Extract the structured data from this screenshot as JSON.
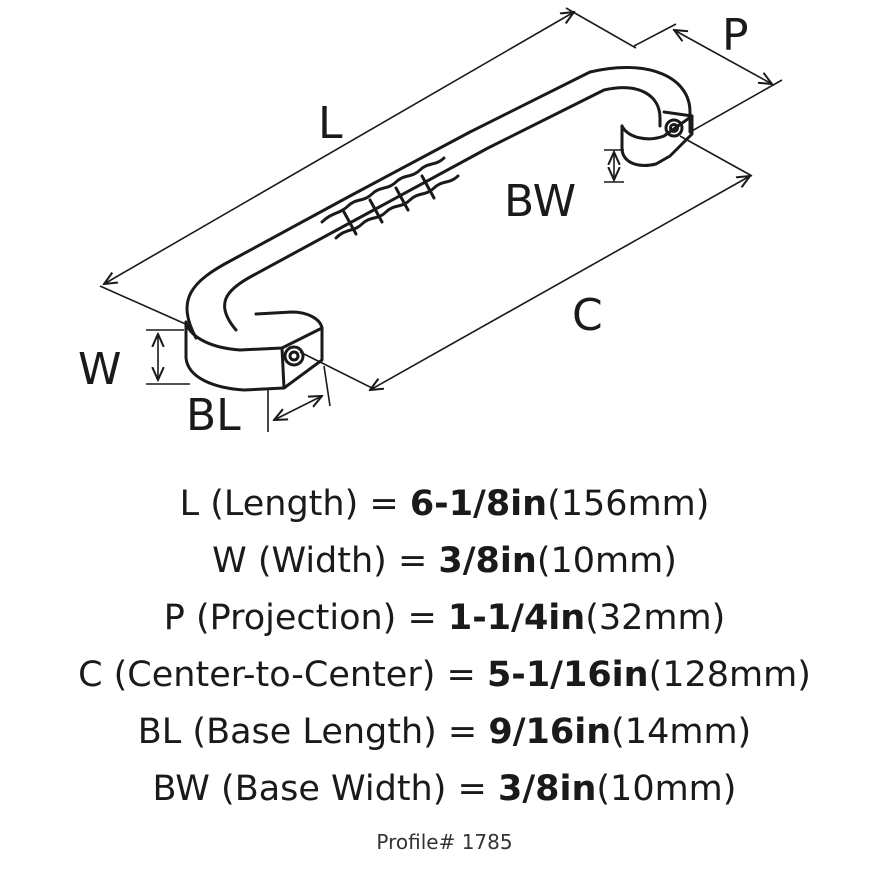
{
  "diagram": {
    "labels": {
      "L": "L",
      "P": "P",
      "BW": "BW",
      "C": "C",
      "W": "W",
      "BL": "BL"
    }
  },
  "specs": [
    {
      "code": "L",
      "desc": " (Length) = ",
      "value": "6-1/8in",
      "metric": "(156mm)"
    },
    {
      "code": "W",
      "desc": " (Width) = ",
      "value": "3/8in",
      "metric": "(10mm)"
    },
    {
      "code": "P",
      "desc": " (Projection) = ",
      "value": "1-1/4in",
      "metric": "(32mm)"
    },
    {
      "code": "C",
      "desc": " (Center-to-Center) = ",
      "value": "5-1/16in",
      "metric": "(128mm)"
    },
    {
      "code": "BL",
      "desc": " (Base Length) = ",
      "value": "9/16in",
      "metric": "(14mm)"
    },
    {
      "code": "BW",
      "desc": " (Base Width) = ",
      "value": "3/8in",
      "metric": "(10mm)"
    }
  ],
  "profile": "Profile# 1785",
  "colors": {
    "ink": "#1a1a1a",
    "background": "#ffffff"
  }
}
